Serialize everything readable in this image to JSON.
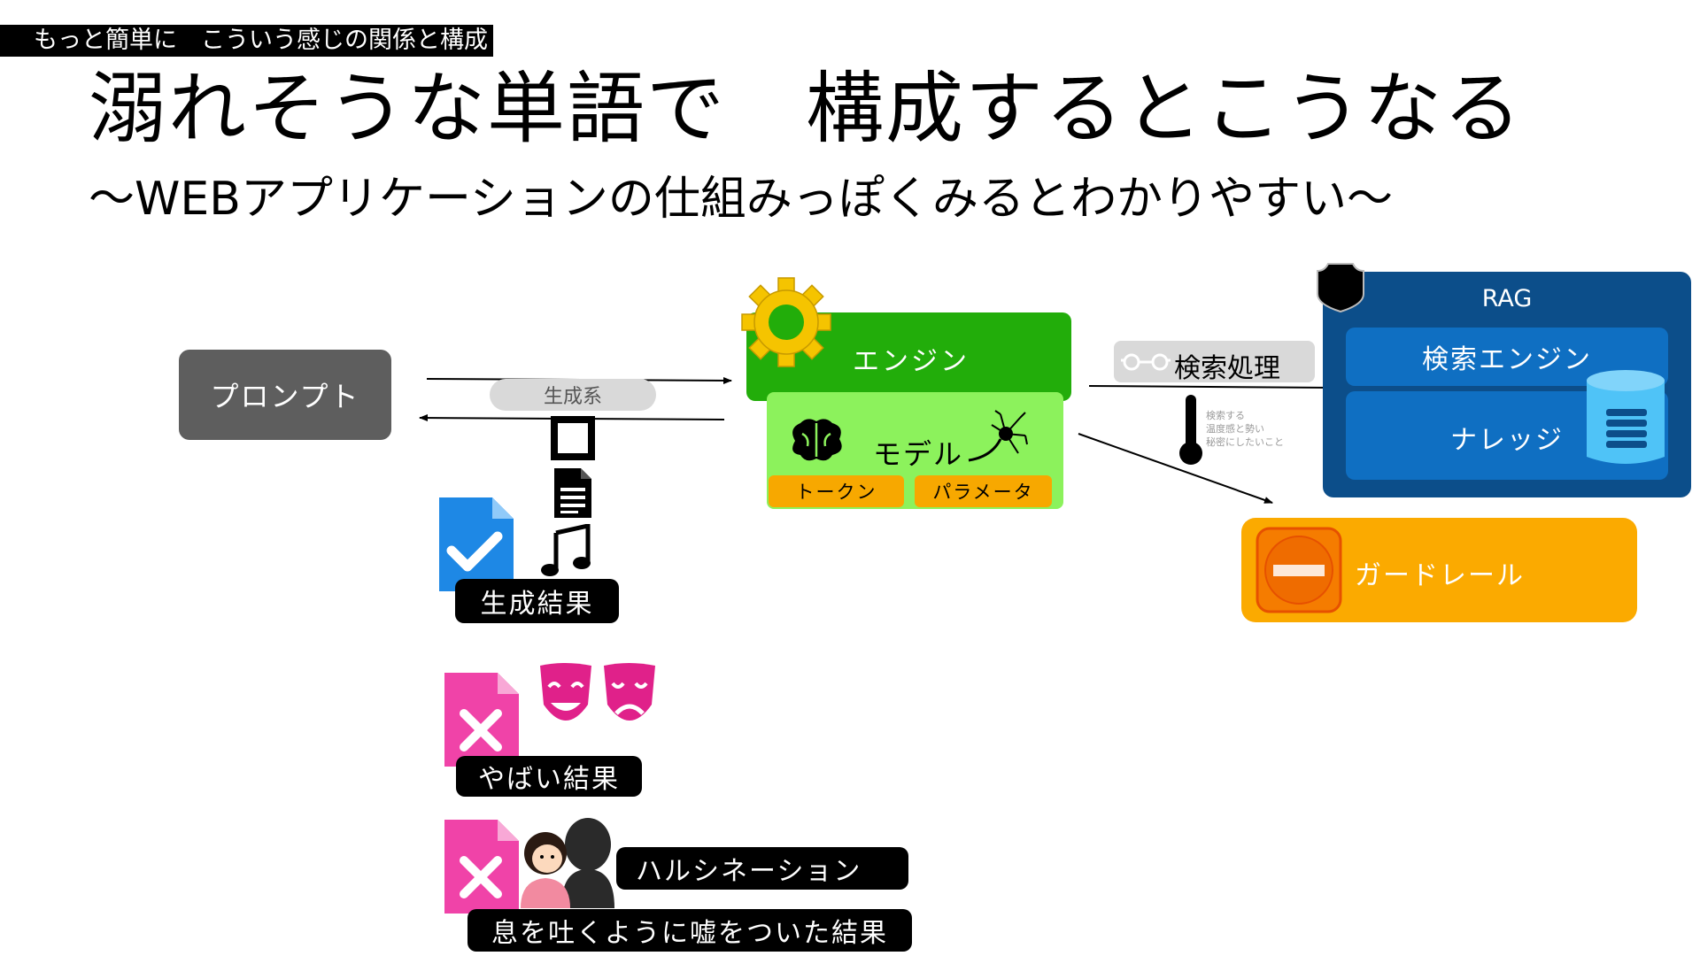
{
  "header": {
    "tag": "もっと簡単に　こういう感じの関係と構成",
    "title": "溺れそうな単語で　構成するとこうなる",
    "subtitle": "～WEBアプリケーションの仕組みっぽくみるとわかりやすい～"
  },
  "diagram": {
    "prompt": "プロンプト",
    "generation": "生成系",
    "engine": "エンジン",
    "model": "モデル",
    "token": "トークン",
    "parameter": "パラメータ",
    "search_process": "検索処理",
    "thermometer_note": [
      "検索する",
      "温度感と勢い",
      "秘密にしたいこと"
    ],
    "rag": {
      "title": "RAG",
      "search_engine": "検索エンジン",
      "knowledge": "ナレッジ"
    },
    "guardrail": "ガードレール",
    "results": {
      "generated": "生成結果",
      "bad": "やばい結果",
      "hallucination": "ハルシネーション",
      "lie": "息を吐くように嘘をついた結果"
    }
  },
  "colors": {
    "engine": "#22ad0a",
    "model": "#8cf25c",
    "token": "#f7a800",
    "rag": "#0c4e8a",
    "rag_inner": "#0f6fc2",
    "guardrail": "#fbaa00",
    "doc_ok": "#1e88e5",
    "doc_bad": "#f043a8",
    "gear": "#f5c400"
  }
}
